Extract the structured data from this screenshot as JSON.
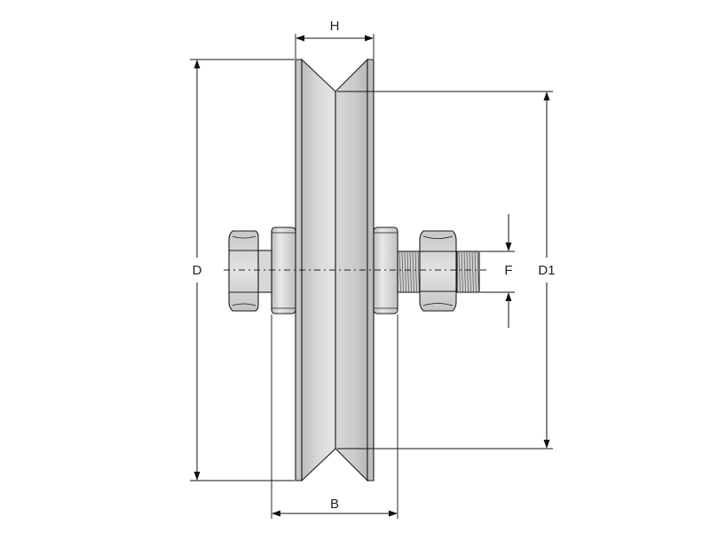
{
  "dimensions": {
    "H": "H",
    "B": "B",
    "D": "D",
    "D1": "D1",
    "F": "F"
  },
  "colors": {
    "wheel_light": "#e4e4e4",
    "wheel_mid": "#cfcfcf",
    "wheel_dark": "#b4b4b4",
    "hardware": "#d6d6d6",
    "thread": "#c4c4c4",
    "outline": "#1a1a1a"
  }
}
